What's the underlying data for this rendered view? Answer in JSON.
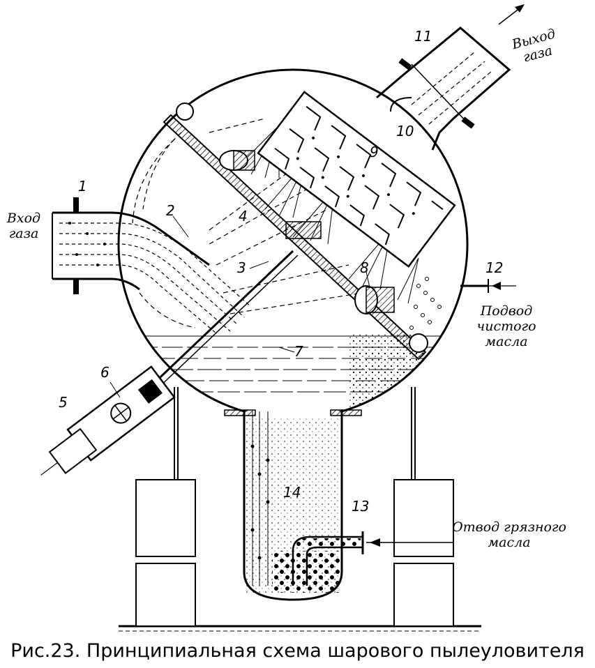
{
  "labels": {
    "n1": "1",
    "n2": "2",
    "n3": "3",
    "n4": "4",
    "n5": "5",
    "n6": "6",
    "n7": "7",
    "n8": "8",
    "n9": "9",
    "n10": "10",
    "n11": "11",
    "n12": "12",
    "n13": "13",
    "n14": "14"
  },
  "notes": {
    "gas_in_1": "Вход",
    "gas_in_2": "газа",
    "gas_out_1": "Выход",
    "gas_out_2": "газа",
    "clean_oil_1": "Подвод",
    "clean_oil_2": "чистого",
    "clean_oil_3": "масла",
    "dirty_oil_1": "Отвод грязного",
    "dirty_oil_2": "масла"
  },
  "caption": "Рис.23. Принципиальная схема шарового пылеуловителя"
}
